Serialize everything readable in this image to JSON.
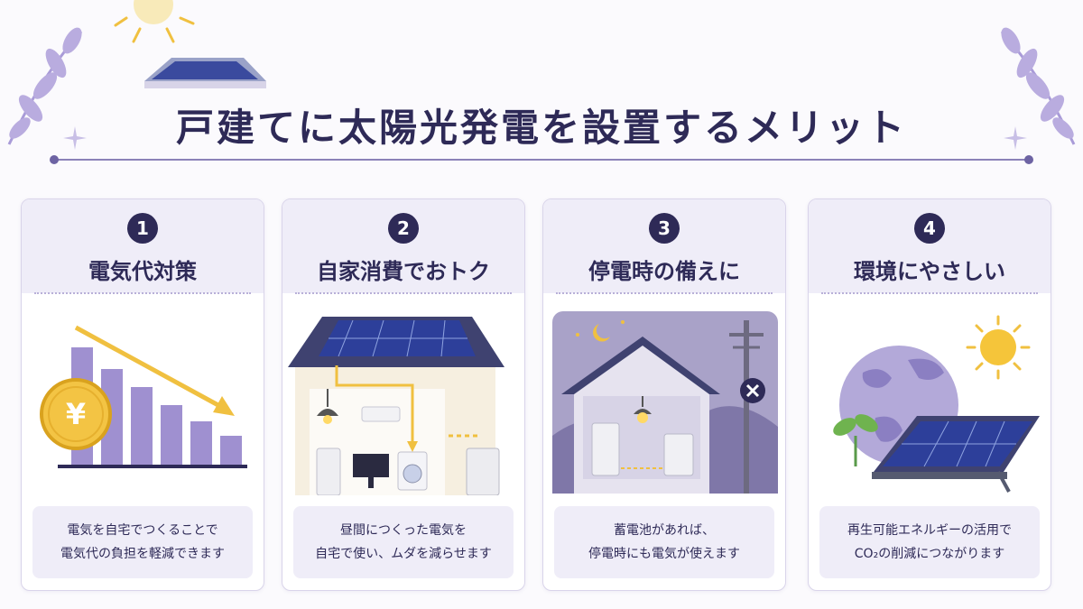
{
  "title": "戸建てに太陽光発電を設置するメリット",
  "colors": {
    "navy": "#2e2a57",
    "lavender": "#efedf8",
    "purple": "#9f90d0",
    "gold": "#f0c040",
    "panel_blue": "#2d3f9a"
  },
  "cards": [
    {
      "number": "1",
      "title": "電気代対策",
      "desc_line1": "電気を自宅でつくることで",
      "desc_line2": "電気代の負担を軽減できます",
      "icon": "yen-coin-chart",
      "yen_symbol": "¥"
    },
    {
      "number": "2",
      "title": "自家消費でおトク",
      "desc_line1": "昼間につくった電気を",
      "desc_line2": "自宅で使い、ムダを減らせます",
      "icon": "solar-house-appliances"
    },
    {
      "number": "3",
      "title": "停電時の備えに",
      "desc_line1": "蓄電池があれば、",
      "desc_line2": "停電時にも電気が使えます",
      "icon": "house-blackout-battery"
    },
    {
      "number": "4",
      "title": "環境にやさしい",
      "desc_line1": "再生可能エネルギーの活用で",
      "desc_line2": "CO₂の削減につながります",
      "icon": "earth-solar-panel"
    }
  ]
}
